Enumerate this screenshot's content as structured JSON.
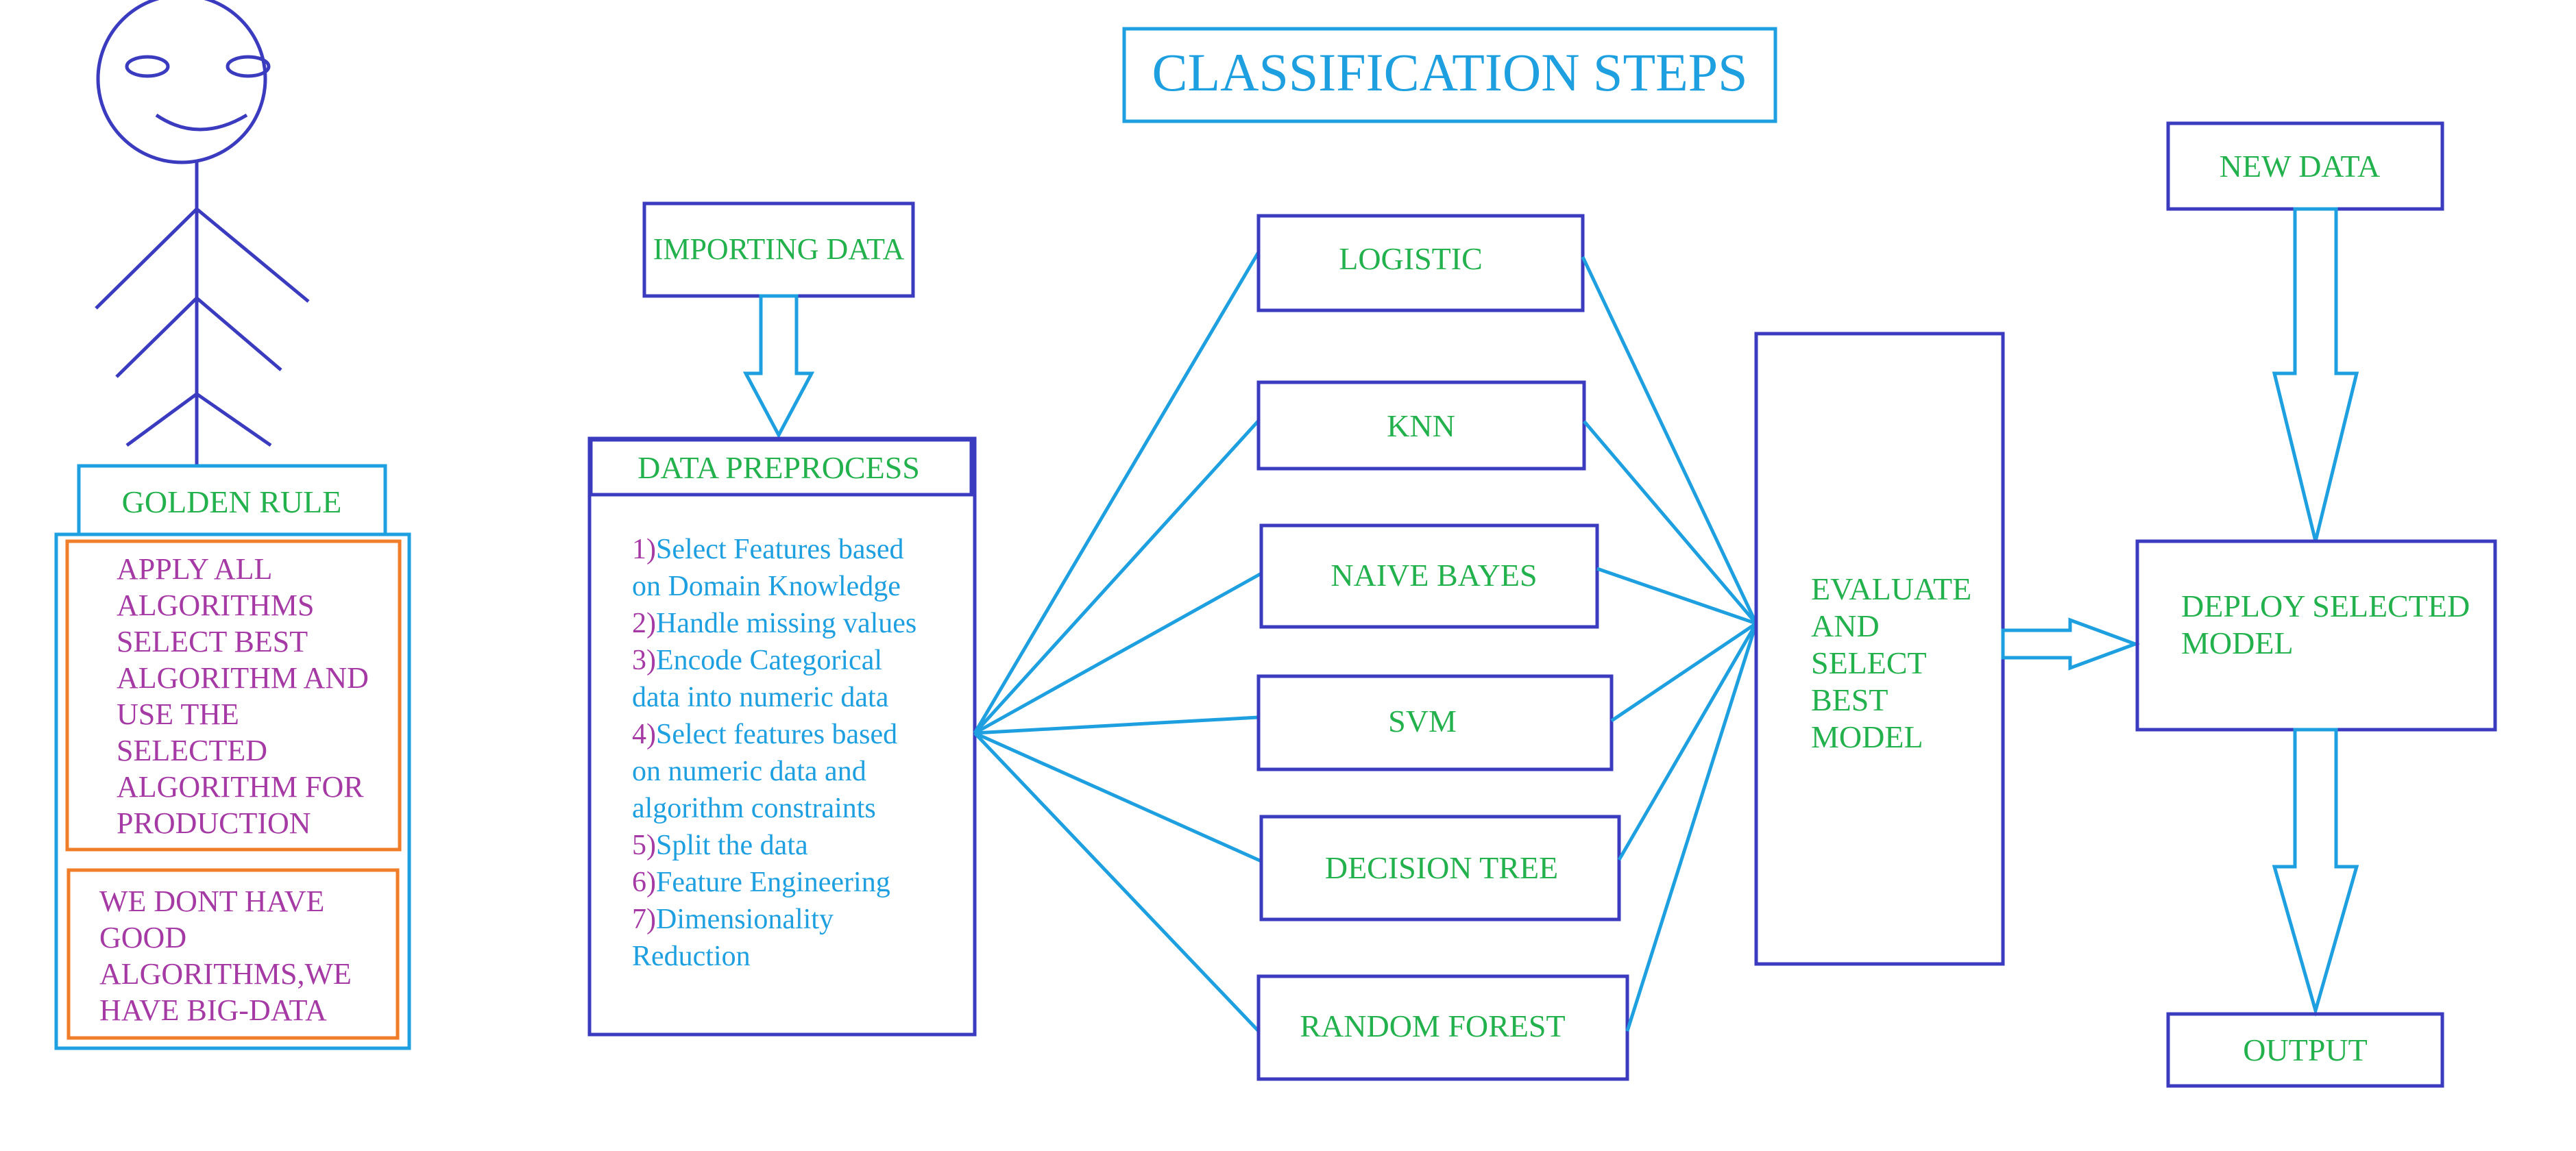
{
  "title": "CLASSIFICATION STEPS",
  "golden_rule": {
    "heading": "GOLDEN RULE",
    "note1_lines": [
      "APPLY ALL",
      "ALGORITHMS",
      "SELECT BEST",
      "ALGORITHM AND",
      "USE THE",
      "SELECTED",
      "ALGORITHM FOR",
      "PRODUCTION"
    ],
    "note2_lines": [
      "WE DONT HAVE",
      "GOOD",
      "ALGORITHMS,WE",
      "HAVE BIG-DATA"
    ]
  },
  "importing_data": "IMPORTING DATA",
  "preprocess": {
    "heading": "DATA PREPROCESS",
    "steps": [
      {
        "num": "1)",
        "lines": [
          "Select Features based",
          "on Domain Knowledge"
        ]
      },
      {
        "num": "2)",
        "lines": [
          "Handle missing values"
        ]
      },
      {
        "num": "3)",
        "lines": [
          "Encode Categorical",
          "data into numeric data"
        ]
      },
      {
        "num": "4)",
        "lines": [
          "Select features based",
          "on numeric data and",
          "algorithm constraints"
        ]
      },
      {
        "num": "5)",
        "lines": [
          "Split the data"
        ]
      },
      {
        "num": "6)",
        "lines": [
          "Feature Engineering"
        ]
      },
      {
        "num": "7)",
        "lines": [
          "Dimensionality",
          "Reduction"
        ]
      }
    ]
  },
  "algorithms": [
    "LOGISTIC",
    "KNN",
    "NAIVE BAYES",
    "SVM",
    "DECISION TREE",
    "RANDOM FOREST"
  ],
  "evaluate_lines": [
    "EVALUATE",
    "AND",
    "SELECT",
    "BEST",
    "MODEL"
  ],
  "new_data": "NEW DATA",
  "deploy_lines": [
    "DEPLOY SELECTED",
    "MODEL"
  ],
  "output": "OUTPUT",
  "colors": {
    "box_border": "#3b3bc0",
    "light_border": "#1ea0e0",
    "note_border": "#f07d2a",
    "green_text": "#22b14c",
    "blue_text": "#1ea0e0",
    "purple_text": "#a53aa5"
  }
}
